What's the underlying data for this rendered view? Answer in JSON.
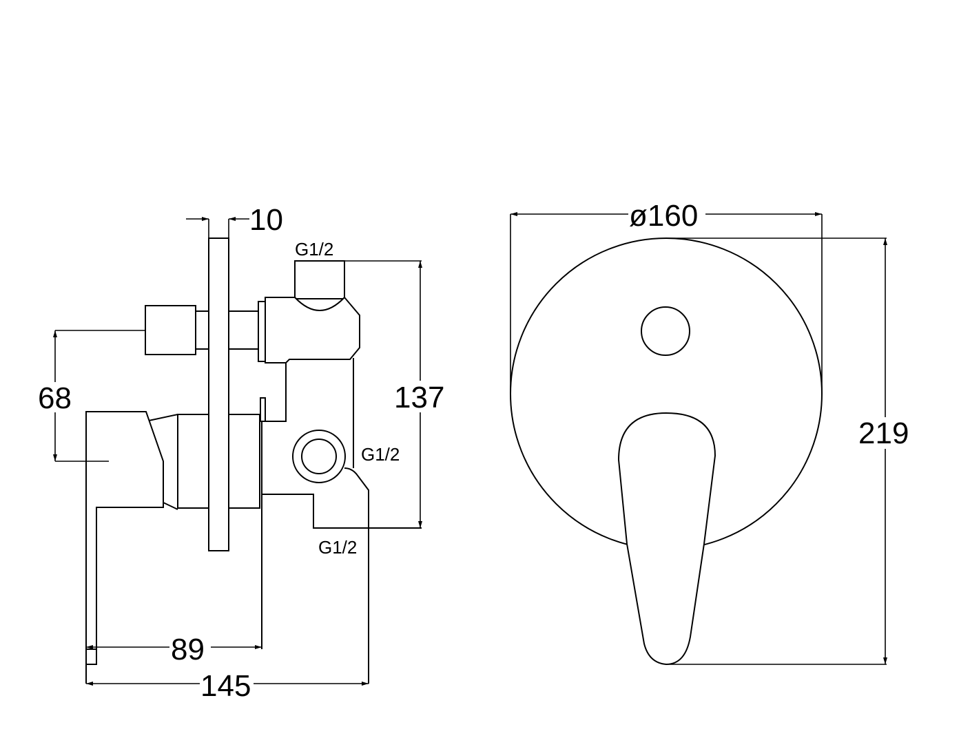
{
  "side_view": {
    "plate_thickness": "10",
    "outlet_top_thread": "G1/2",
    "outlet_right_thread": "G1/2",
    "outlet_bottom_thread": "G1/2",
    "height_offset": "68",
    "outlet_spacing": "137",
    "depth_to_plate": "89",
    "total_depth": "145"
  },
  "front_view": {
    "plate_diameter": "ø160",
    "total_height": "219"
  },
  "colors": {
    "line": "#000000",
    "background": "#ffffff"
  }
}
